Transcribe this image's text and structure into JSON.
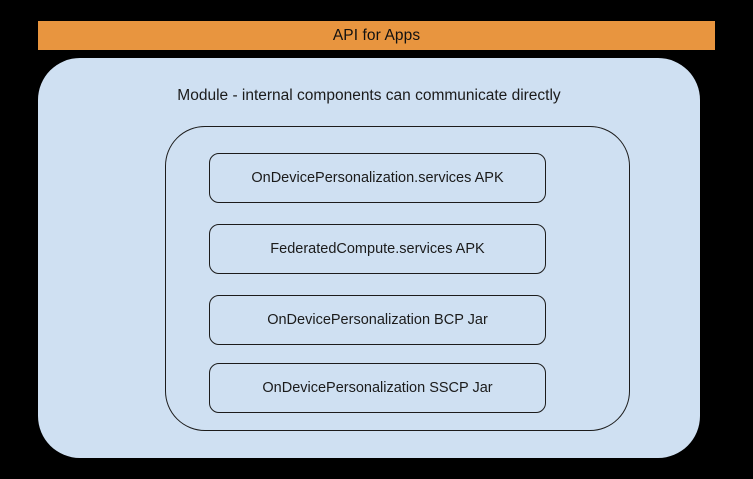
{
  "banner": {
    "label": "API for Apps",
    "color": "#e8953f"
  },
  "module": {
    "caption": "Module - internal components can communicate directly",
    "fill_color": "#cfe0f2",
    "stroke_color": "#1c1c1c"
  },
  "components": [
    {
      "label": "OnDevicePersonalization.services APK"
    },
    {
      "label": "FederatedCompute.services APK"
    },
    {
      "label": "OnDevicePersonalization BCP Jar"
    },
    {
      "label": "OnDevicePersonalization SSCP Jar"
    }
  ],
  "background_color": "#000000"
}
